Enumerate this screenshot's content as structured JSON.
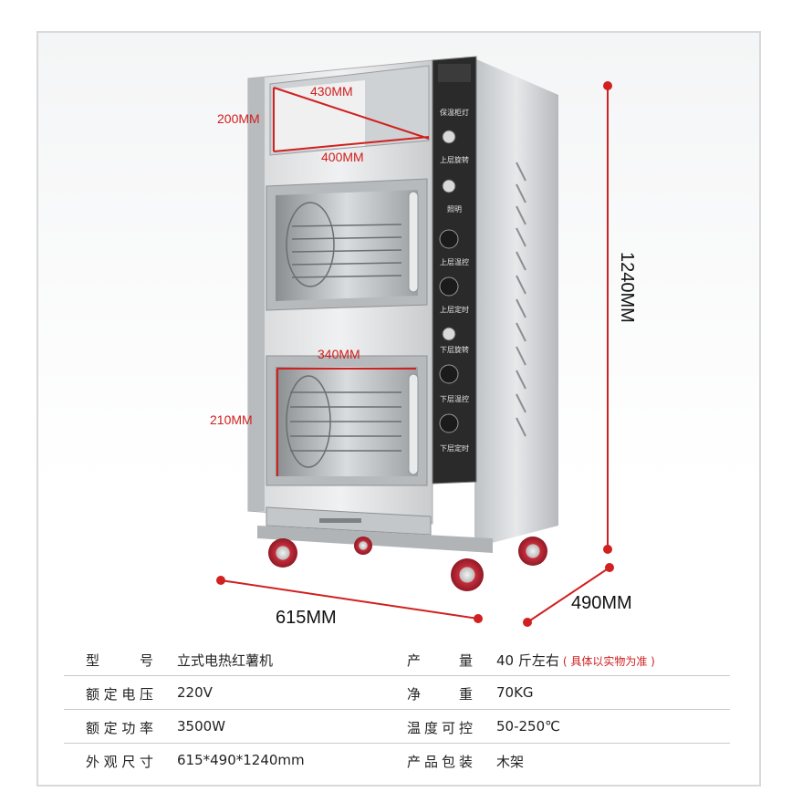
{
  "dimensions": {
    "top_width": "430MM",
    "top_height": "200MM",
    "top_depth": "400MM",
    "lower_width": "340MM",
    "lower_height": "210MM",
    "total_height": "1240MM",
    "width": "615MM",
    "depth": "490MM"
  },
  "panel": {
    "labels": [
      "保温柜灯",
      "上层旋转",
      "照明",
      "上层温控",
      "上层定时",
      "下层旋转",
      "下层温控",
      "下层定时"
    ]
  },
  "specs": {
    "rows": [
      {
        "k1": "型 号",
        "v1": "立式电热红薯机",
        "k2": "产 量",
        "v2": "40 斤左右",
        "note": "( 具体以实物为准 )"
      },
      {
        "k1": "额定电压",
        "v1": "220V",
        "k2": "净 重",
        "v2": "70KG",
        "note": ""
      },
      {
        "k1": "额定功率",
        "v1": "3500W",
        "k2": "温度可控",
        "v2": "50-250℃",
        "note": ""
      },
      {
        "k1": "外观尺寸",
        "v1": "615*490*1240mm",
        "k2": "产品包装",
        "v2": "木架",
        "note": ""
      }
    ]
  },
  "colors": {
    "accent": "#d0201f",
    "steel": "#c8cacc",
    "panel": "#2a2a2a"
  }
}
